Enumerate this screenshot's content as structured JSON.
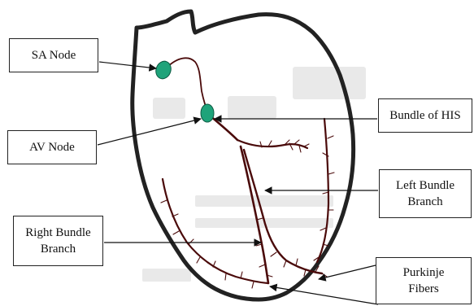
{
  "labels": {
    "sa_node": "SA Node",
    "av_node": "AV Node",
    "bundle_of_his": "Bundle of HIS",
    "left_bundle_branch": "Left Bundle\nBranch",
    "right_bundle_branch": "Right Bundle\nBranch",
    "purkinje_fibers": "Purkinje\nFibers"
  },
  "colors": {
    "heart_outline": "#222222",
    "conduction_path": "#4a0a0a",
    "node_fill": "#1fa37a",
    "arrow": "#111111",
    "faint_background": "#e2e2e2"
  }
}
